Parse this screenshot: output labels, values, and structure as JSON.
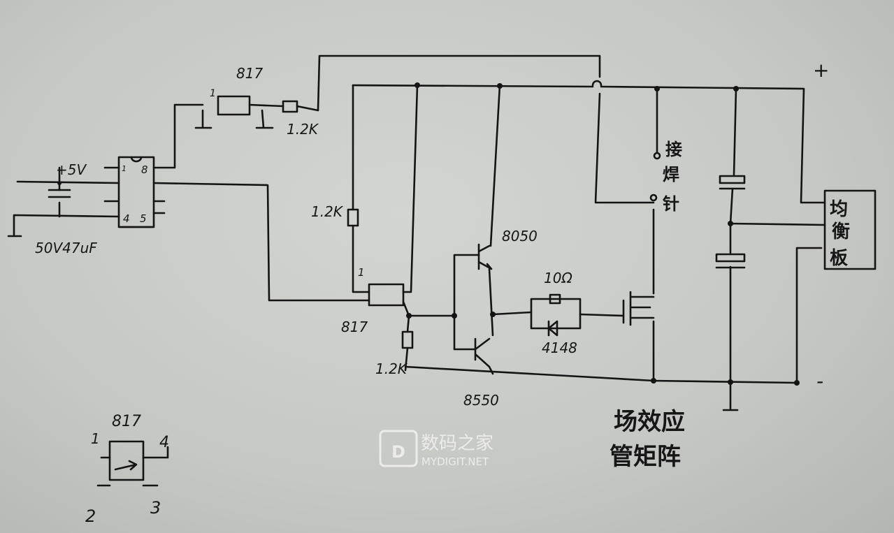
{
  "labels": {
    "optocoupler_top": "817",
    "optocoupler_top_pin": "1",
    "resistor_top": "1.2K",
    "supply": "+5V",
    "ic_pin1": "1",
    "ic_pin8": "8",
    "ic_pin4": "4",
    "ic_pin5": "5",
    "capacitor": "50V47uF",
    "resistor_mid": "1.2K",
    "optocoupler_mid_pin": "1",
    "optocoupler_mid": "817",
    "resistor_low": "1.2K",
    "npn": "8050",
    "pnp": "8550",
    "resistor_gate": "10Ω",
    "diode": "4148",
    "weld_needle": [
      "接",
      "焊",
      "针"
    ],
    "balance_board": [
      "均",
      "衡",
      "板"
    ],
    "mosfet_matrix_line1": "场效应",
    "mosfet_matrix_line2": "管矩阵",
    "plus": "+",
    "minus": "-",
    "legend_title": "817",
    "legend_pin1": "1",
    "legend_pin2": "2",
    "legend_pin3": "3",
    "legend_pin4": "4"
  },
  "watermark": {
    "cn": "数码之家",
    "en": "MYDIGIT.NET",
    "logo": "D"
  }
}
